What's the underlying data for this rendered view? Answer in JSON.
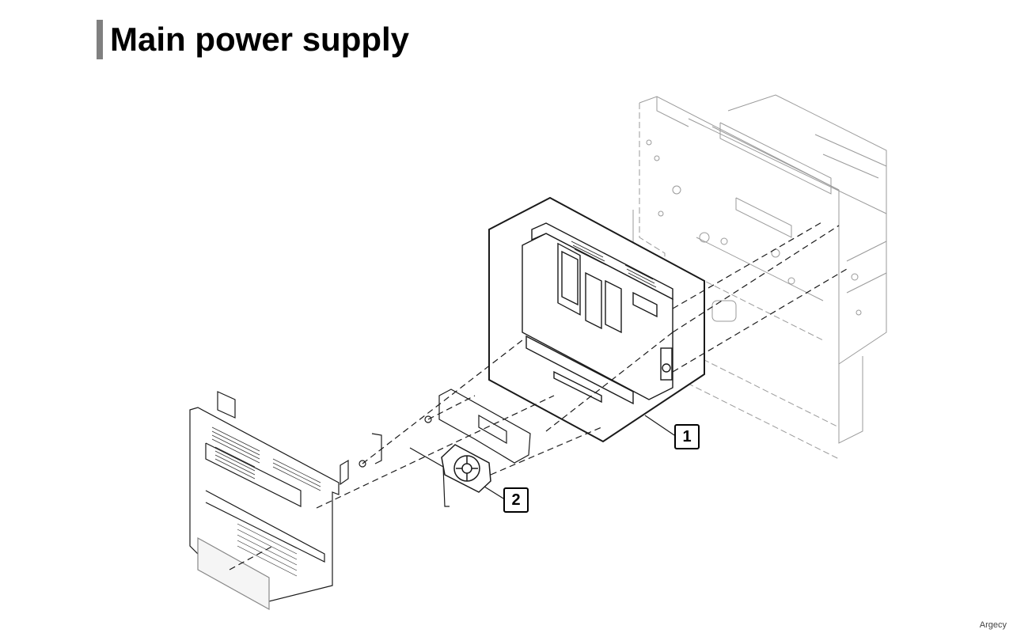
{
  "page": {
    "title": "Main power supply"
  },
  "callouts": [
    {
      "label": "1",
      "part": "main-power-supply-board"
    },
    {
      "label": "2",
      "part": "cooling-fan"
    }
  ],
  "footer": {
    "watermark": "Argecy"
  }
}
